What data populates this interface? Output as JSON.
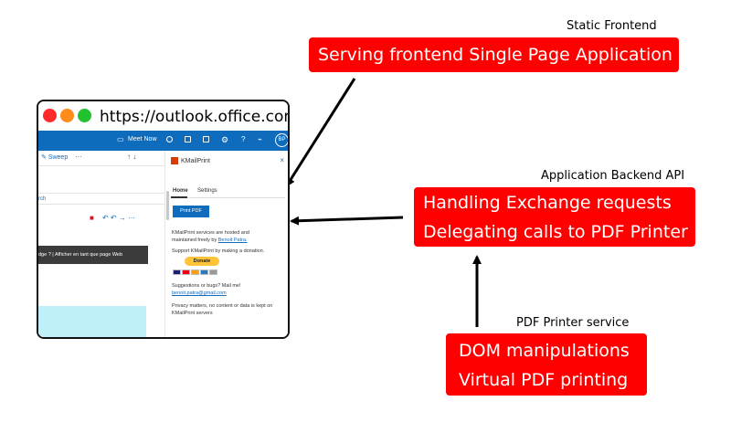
{
  "static": {
    "caption": "Static Frontend",
    "box": "Serving frontend Single Page Application"
  },
  "backend": {
    "caption": "Application Backend API",
    "lines": [
      "Handling Exchange requests",
      "Delegating calls to PDF Printer"
    ]
  },
  "pdf": {
    "caption": "PDF Printer service",
    "lines": [
      "DOM manipulations",
      "Virtual PDF printing"
    ]
  },
  "browser": {
    "url": "https://outlook.office.com",
    "dot_colors": [
      "#ff2b2b",
      "#ff8c1a",
      "#22c22e"
    ],
    "topbar": {
      "meet_now": "Meet Now",
      "avatar": "BP"
    },
    "mail": {
      "sweep": "Sweep",
      "more": "···",
      "nav": "↑  ↓",
      "search_fragment": "rch",
      "msg_icons": "↶  ↶  →  ···",
      "banner": "dge ? |  Afficher en tant que page Web"
    },
    "addin": {
      "title": "KMailPrint",
      "close": "×",
      "tab_home": "Home",
      "tab_settings": "Settings",
      "print_button": "Print PDF",
      "hosted_line1": "KMailPrint services are hosted and",
      "hosted_line2": "maintained freely by",
      "author": "Benoit Patra.",
      "support": "Support KMailPrint by making a donation.",
      "donate": "Donate",
      "suggestions": "Suggestions or bugs? Mail me!",
      "email": "benoit.patra@gmail.com",
      "privacy_line1": "Privacy matters, no content or data is kept on",
      "privacy_line2": "KMailPrint servers"
    }
  },
  "colors": {
    "box": "#ff0000",
    "outlook_blue": "#0f6cbd",
    "banner": "#3b3b3b",
    "cyan": "#bfeff8"
  }
}
